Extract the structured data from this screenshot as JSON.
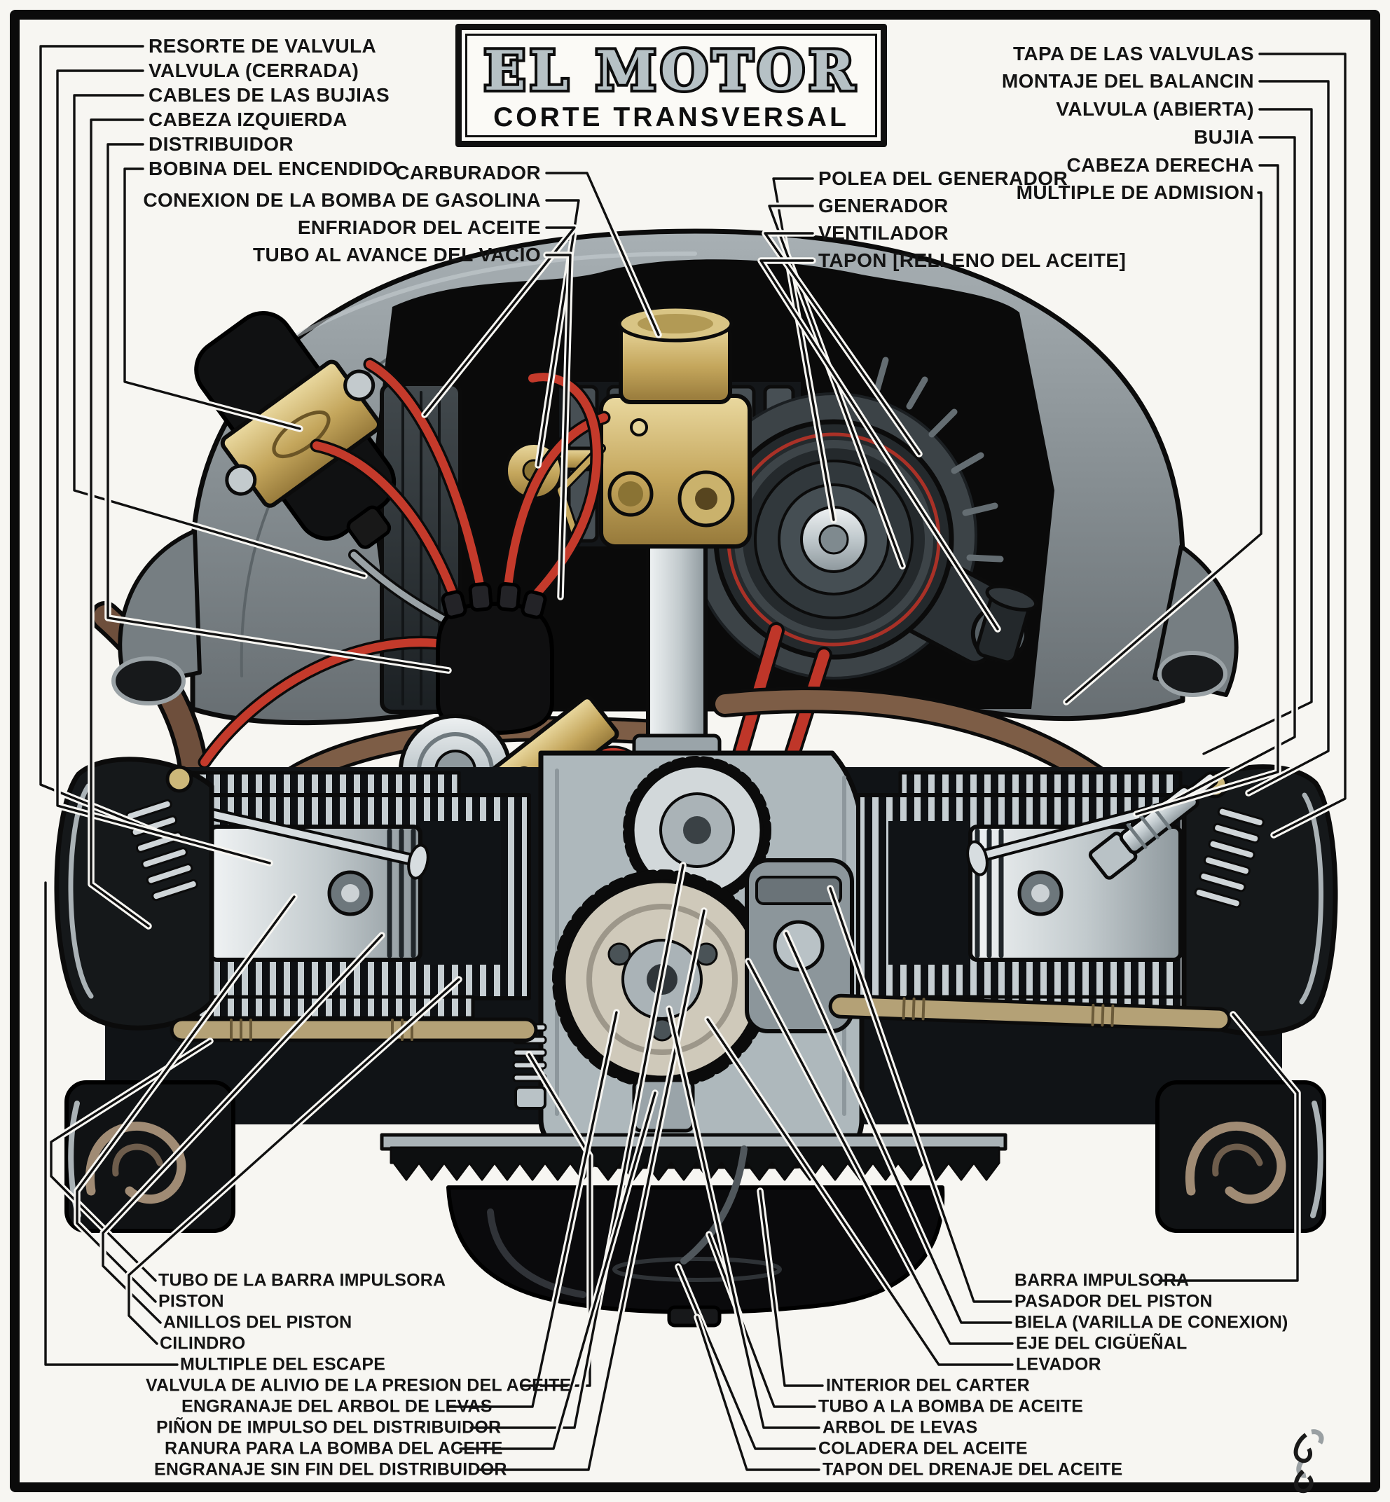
{
  "title": {
    "main": "EL MOTOR",
    "subtitle": "CORTE TRANSVERSAL"
  },
  "labels": {
    "top_left": [
      "RESORTE DE VALVULA",
      "VALVULA (CERRADA)",
      "CABLES DE LAS BUJIAS",
      "CABEZA IZQUIERDA",
      "DISTRIBUIDOR",
      "BOBINA DEL ENCENDIDO"
    ],
    "mid_left": [
      "CARBURADOR",
      "CONEXION DE LA BOMBA DE GASOLINA",
      "ENFRIADOR DEL ACEITE",
      "TUBO AL AVANCE DEL VACIO"
    ],
    "top_right": [
      "TAPA DE LAS VALVULAS",
      "MONTAJE DEL BALANCIN",
      "VALVULA (ABIERTA)",
      "BUJIA",
      "CABEZA DERECHA",
      "MULTIPLE DE ADMISION"
    ],
    "mid_right": [
      "POLEA DEL GENERADOR",
      "GENERADOR",
      "VENTILADOR",
      "TAPON [RELLENO DEL ACEITE]"
    ],
    "bottom_left": [
      "TUBO DE LA BARRA IMPULSORA",
      "PISTON",
      "ANILLOS DEL PISTON",
      "CILINDRO",
      "MULTIPLE DEL ESCAPE",
      "VALVULA DE ALIVIO DE LA PRESION DEL ACEITE",
      "ENGRANAJE DEL ARBOL DE LEVAS",
      "PIÑON DE IMPULSO DEL DISTRIBUIDOR",
      "RANURA PARA LA BOMBA DEL ACEITE",
      "ENGRANAJE SIN FIN DEL DISTRIBUIDOR"
    ],
    "bottom_right": [
      "BARRA IMPULSORA",
      "PASADOR DEL PISTON",
      "BIELA (VARILLA DE CONEXION)",
      "EJE DEL CIGÜEÑAL",
      "LEVADOR",
      "INTERIOR DEL CARTER",
      "TUBO A LA BOMBA DE ACEITE",
      "ARBOL DE LEVAS",
      "COLADERA DEL ACEITE",
      "TAPON DEL DRENAJE DEL ACEITE"
    ]
  },
  "colors": {
    "paper": "#f7f6f2",
    "ink": "#0b0b0b",
    "shroud_gray": "#8c9498",
    "brass": "#c7aa60",
    "wire_red": "#c43a2b",
    "steel": "#c6cdd1",
    "rust": "#7c5c45",
    "title_letters": "#b6c1c5"
  }
}
